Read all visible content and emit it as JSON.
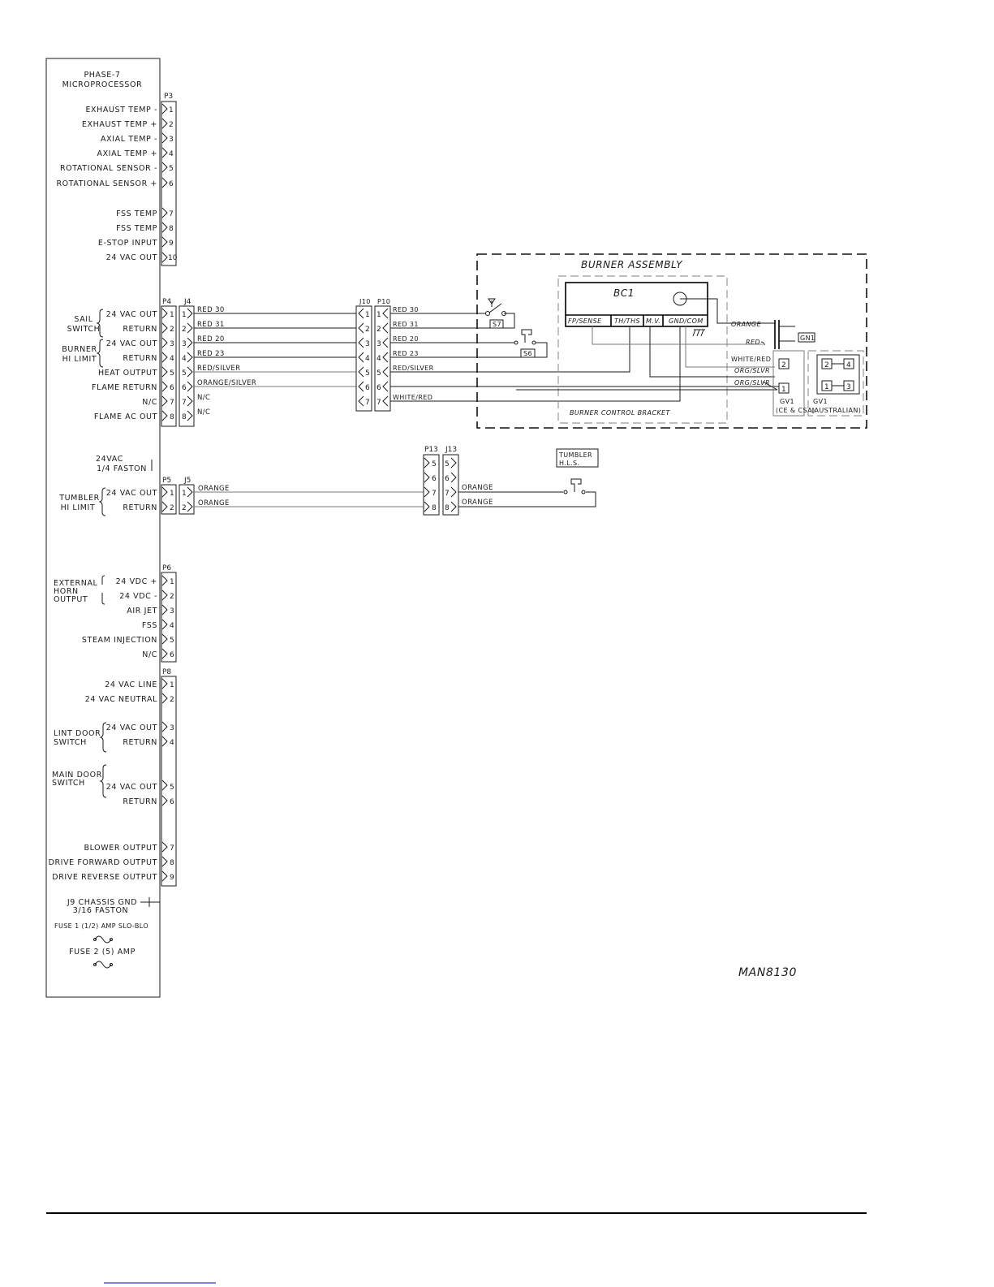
{
  "title": [
    "PHASE-7",
    "MICROPROCESSOR"
  ],
  "p3": {
    "header": "P3",
    "pins": [
      {
        "label": "EXHAUST TEMP -",
        "pin": "1"
      },
      {
        "label": "EXHAUST TEMP +",
        "pin": "2"
      },
      {
        "label": "AXIAL TEMP -",
        "pin": "3"
      },
      {
        "label": "AXIAL TEMP +",
        "pin": "4"
      },
      {
        "label": "ROTATIONAL SENSOR -",
        "pin": "5"
      },
      {
        "label": "ROTATIONAL SENSOR +",
        "pin": "6"
      },
      {
        "label": "FSS TEMP",
        "pin": "7"
      },
      {
        "label": "FSS TEMP",
        "pin": "8"
      },
      {
        "label": "E-STOP INPUT",
        "pin": "9"
      },
      {
        "label": "24 VAC OUT",
        "pin": "10"
      }
    ]
  },
  "p4": {
    "header": "P4",
    "j4_header": "J4",
    "groups": [
      [
        "SAIL",
        "SWITCH"
      ],
      [
        "BURNER",
        "HI LIMIT"
      ]
    ],
    "pins": [
      {
        "label": "24 VAC OUT",
        "pin": "1",
        "j": "1",
        "wire": "RED   30"
      },
      {
        "label": "RETURN",
        "pin": "2",
        "j": "2",
        "wire": "RED   31"
      },
      {
        "label": "24 VAC OUT",
        "pin": "3",
        "j": "3",
        "wire": "RED   20"
      },
      {
        "label": "RETURN",
        "pin": "4",
        "j": "4",
        "wire": "RED   23"
      },
      {
        "label": "HEAT OUTPUT",
        "pin": "5",
        "j": "5",
        "wire": "RED/SILVER"
      },
      {
        "label": "FLAME RETURN",
        "pin": "6",
        "j": "6",
        "wire": "ORANGE/SILVER"
      },
      {
        "label": "N/C",
        "pin": "7",
        "j": "7",
        "wire": "N/C"
      },
      {
        "label": "FLAME AC OUT",
        "pin": "8",
        "j": "8",
        "wire": "N/C"
      }
    ]
  },
  "j10": {
    "header": "J10",
    "p10_header": "P10",
    "pins": [
      {
        "pin": "1",
        "wire": "RED   30"
      },
      {
        "pin": "2",
        "wire": "RED   31"
      },
      {
        "pin": "3",
        "wire": "RED   20"
      },
      {
        "pin": "4",
        "wire": "RED   23"
      },
      {
        "pin": "5",
        "wire": "RED/SILVER"
      },
      {
        "pin": "6",
        "wire": ""
      },
      {
        "pin": "7",
        "wire": "WHITE/RED"
      }
    ]
  },
  "burner": {
    "title": "BURNER ASSEMBLY",
    "bc1": "BC1",
    "terminals": [
      "FP/SENSE",
      "TH/THS",
      "M.V.",
      "GND/COM"
    ],
    "bracket": "BURNER CONTROL BRACKET",
    "s7": "S7",
    "s6": "S6",
    "wires_right": [
      "ORANGE",
      "RED",
      "WHITE/RED",
      "ORG/SLVR",
      "ORG/SLVR"
    ],
    "gn1": "GN1",
    "gv1_terminals": [
      "2",
      "1"
    ],
    "gv1_ce": [
      "GV1",
      "(CE & CSA)"
    ],
    "gv1_au_terminals": [
      "2",
      "4",
      "1",
      "3"
    ],
    "gv1_au": [
      "GV1",
      "(AUSTRALIAN)"
    ]
  },
  "faston": [
    "24VAC",
    "1/4 FASTON"
  ],
  "p5": {
    "header": "P5",
    "j5_header": "J5",
    "group": [
      "TUMBLER",
      "HI LIMIT"
    ],
    "pins": [
      {
        "label": "24 VAC OUT",
        "pin": "1",
        "j": "1",
        "wire": "ORANGE"
      },
      {
        "label": "RETURN",
        "pin": "2",
        "j": "2",
        "wire": "ORANGE"
      }
    ]
  },
  "p13": {
    "header": "P13",
    "j13_header": "J13",
    "pins": [
      "5",
      "6",
      "7",
      "8"
    ],
    "wires": [
      "ORANGE",
      "ORANGE"
    ],
    "tumbler_hls": [
      "TUMBLER",
      "H.L.S."
    ]
  },
  "p6": {
    "header": "P6",
    "group": [
      "EXTERNAL",
      "HORN",
      "OUTPUT"
    ],
    "pins": [
      {
        "label": "24 VDC +",
        "pin": "1"
      },
      {
        "label": "24 VDC -",
        "pin": "2"
      },
      {
        "label": "AIR JET",
        "pin": "3"
      },
      {
        "label": "FSS",
        "pin": "4"
      },
      {
        "label": "STEAM INJECTION",
        "pin": "5"
      },
      {
        "label": "N/C",
        "pin": "6"
      }
    ]
  },
  "p8": {
    "header": "P8",
    "lint_group": [
      "LINT DOOR",
      "SWITCH"
    ],
    "main_group": [
      "MAIN DOOR",
      "SWITCH"
    ],
    "pins": [
      {
        "label": "24 VAC LINE",
        "pin": "1"
      },
      {
        "label": "24 VAC NEUTRAL",
        "pin": "2"
      },
      {
        "label": "24 VAC OUT",
        "pin": "3"
      },
      {
        "label": "RETURN",
        "pin": "4"
      },
      {
        "label": "24 VAC OUT",
        "pin": "5"
      },
      {
        "label": "RETURN",
        "pin": "6"
      },
      {
        "label": "BLOWER OUTPUT",
        "pin": "7"
      },
      {
        "label": "DRIVE FORWARD OUTPUT",
        "pin": "8"
      },
      {
        "label": "DRIVE REVERSE OUTPUT",
        "pin": "9"
      }
    ]
  },
  "chassis": [
    "J9 CHASSIS GND",
    "3/16 FASTON"
  ],
  "fuses": [
    "FUSE 1 (1/2) AMP SLO-BLO",
    "FUSE 2 (5) AMP"
  ],
  "doc_id": "MAN8130"
}
